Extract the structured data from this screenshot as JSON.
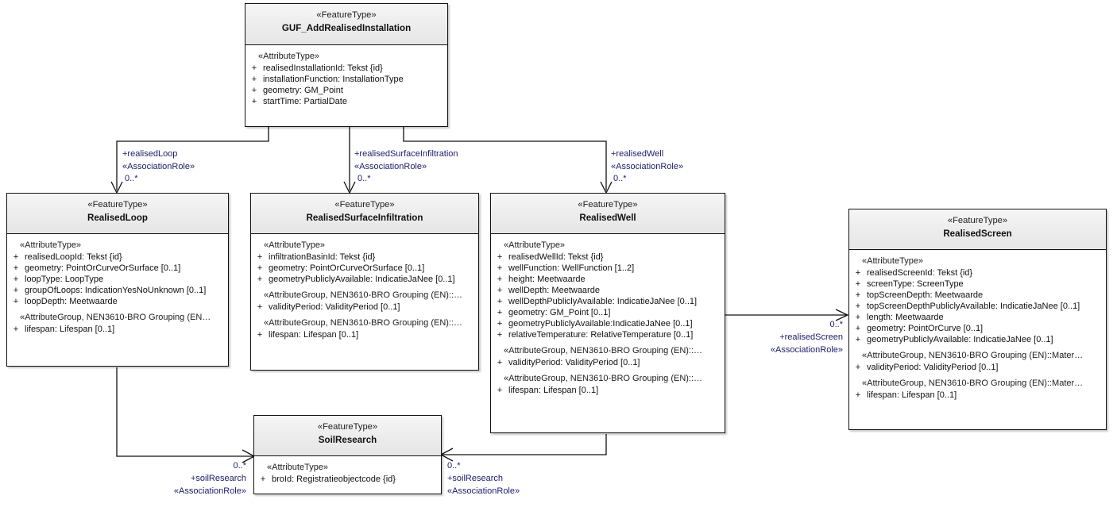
{
  "diagram": {
    "title": "GUF_AddRealisedInstallation UML class diagram",
    "type": "uml-class-diagram",
    "colors": {
      "background": "#ffffff",
      "box_border": "#111111",
      "header_fill": "#ececec",
      "body_fill": "#ffffff",
      "label_text": "#1b1b6b",
      "line": "#111111"
    }
  },
  "classes": {
    "guf_add_realised_installation": {
      "stereotype": "«FeatureType»",
      "name": "GUF_AddRealisedInstallation",
      "groups": [
        {
          "label": "«AttributeType»",
          "attributes": [
            {
              "vis": "+",
              "text": "realisedInstallationId: Tekst {id}"
            },
            {
              "vis": "+",
              "text": "installationFunction: InstallationType"
            },
            {
              "vis": "+",
              "text": "geometry: GM_Point"
            },
            {
              "vis": "+",
              "text": "startTime: PartialDate"
            }
          ]
        }
      ]
    },
    "realised_loop": {
      "stereotype": "«FeatureType»",
      "name": "RealisedLoop",
      "groups": [
        {
          "label": "«AttributeType»",
          "attributes": [
            {
              "vis": "+",
              "text": "realisedLoopId: Tekst {id}"
            },
            {
              "vis": "+",
              "text": "geometry: PointOrCurveOrSurface [0..1]"
            },
            {
              "vis": "+",
              "text": "loopType: LoopType"
            },
            {
              "vis": "+",
              "text": "groupOfLoops: IndicationYesNoUnknown [0..1]"
            },
            {
              "vis": "+",
              "text": "loopDepth: Meetwaarde"
            }
          ]
        },
        {
          "label": "«AttributeGroup, NEN3610-BRO Grouping (EN…",
          "attributes": [
            {
              "vis": "+",
              "text": "lifespan: Lifespan [0..1]"
            }
          ]
        }
      ]
    },
    "realised_surface_infiltration": {
      "stereotype": "«FeatureType»",
      "name": "RealisedSurfaceInfiltration",
      "groups": [
        {
          "label": "«AttributeType»",
          "attributes": [
            {
              "vis": "+",
              "text": "infiltrationBasinId: Tekst {id}"
            },
            {
              "vis": "+",
              "text": "geometry: PointOrCurveOrSurface [0..1]"
            },
            {
              "vis": "+",
              "text": "geometryPubliclyAvailable: IndicatieJaNee [0..1]"
            }
          ]
        },
        {
          "label": "«AttributeGroup, NEN3610-BRO Grouping (EN)::…",
          "attributes": [
            {
              "vis": "+",
              "text": "validityPeriod: ValidityPeriod [0..1]"
            }
          ]
        },
        {
          "label": "«AttributeGroup, NEN3610-BRO Grouping (EN)::…",
          "attributes": [
            {
              "vis": "+",
              "text": "lifespan: Lifespan [0..1]"
            }
          ]
        }
      ]
    },
    "realised_well": {
      "stereotype": "«FeatureType»",
      "name": "RealisedWell",
      "groups": [
        {
          "label": "«AttributeType»",
          "attributes": [
            {
              "vis": "+",
              "text": "realisedWellId: Tekst {id}"
            },
            {
              "vis": "+",
              "text": "wellFunction: WellFunction [1..2]"
            },
            {
              "vis": "+",
              "text": "height: Meetwaarde"
            },
            {
              "vis": "+",
              "text": "wellDepth: Meetwaarde"
            },
            {
              "vis": "+",
              "text": "wellDepthPubliclyAvailable: IndicatieJaNee [0..1]"
            },
            {
              "vis": "+",
              "text": "geometry: GM_Point [0..1]"
            },
            {
              "vis": "+",
              "text": "geometryPubliclyAvailable:IndicatieJaNee [0..1]"
            },
            {
              "vis": "+",
              "text": "relativeTemperature: RelativeTemperature [0..1]"
            }
          ]
        },
        {
          "label": "«AttributeGroup, NEN3610-BRO Grouping (EN)::…",
          "attributes": [
            {
              "vis": "+",
              "text": "validityPeriod: ValidityPeriod [0..1]"
            }
          ]
        },
        {
          "label": "«AttributeGroup, NEN3610-BRO Grouping (EN)::…",
          "attributes": [
            {
              "vis": "+",
              "text": "lifespan: Lifespan [0..1]"
            }
          ]
        }
      ]
    },
    "realised_screen": {
      "stereotype": "«FeatureType»",
      "name": "RealisedScreen",
      "groups": [
        {
          "label": "«AttributeType»",
          "attributes": [
            {
              "vis": "+",
              "text": "realisedScreenId: Tekst {id}"
            },
            {
              "vis": "+",
              "text": "screenType: ScreenType"
            },
            {
              "vis": "+",
              "text": "topScreenDepth: Meetwaarde"
            },
            {
              "vis": "+",
              "text": "topScreenDepthPubliclyAvailable: IndicatieJaNee [0..1]"
            },
            {
              "vis": "+",
              "text": "length: Meetwaarde"
            },
            {
              "vis": "+",
              "text": "geometry: PointOrCurve [0..1]"
            },
            {
              "vis": "+",
              "text": "geometryPubliclyAvailable: IndicatieJaNee [0..1]"
            }
          ]
        },
        {
          "label": "«AttributeGroup, NEN3610-BRO Grouping (EN)::Mater…",
          "attributes": [
            {
              "vis": "+",
              "text": "validityPeriod: ValidityPeriod [0..1]"
            }
          ]
        },
        {
          "label": "«AttributeGroup, NEN3610-BRO Grouping (EN)::Mater…",
          "attributes": [
            {
              "vis": "+",
              "text": "lifespan: Lifespan [0..1]"
            }
          ]
        }
      ]
    },
    "soil_research": {
      "stereotype": "«FeatureType»",
      "name": "SoilResearch",
      "groups": [
        {
          "label": "«AttributeType»",
          "attributes": [
            {
              "vis": "+",
              "text": "broId: Registratieobjectcode {id}"
            }
          ]
        }
      ]
    }
  },
  "associations": {
    "realised_loop": {
      "role": "+realisedLoop",
      "stereotype": "«AssociationRole»",
      "multiplicity": "0..*"
    },
    "realised_surface_infiltration": {
      "role": "+realisedSurfaceInfiltration",
      "stereotype": "«AssociationRole»",
      "multiplicity": "0..*"
    },
    "realised_well": {
      "role": "+realisedWell",
      "stereotype": "«AssociationRole»",
      "multiplicity": "0..*"
    },
    "realised_screen": {
      "role": "+realisedScreen",
      "stereotype": "«AssociationRole»",
      "multiplicity": "0..*"
    },
    "soil_research_from_loop": {
      "role": "+soilResearch",
      "stereotype": "«AssociationRole»",
      "multiplicity": "0..*"
    },
    "soil_research_from_well": {
      "role": "+soilResearch",
      "stereotype": "«AssociationRole»",
      "multiplicity": "0..*"
    }
  }
}
